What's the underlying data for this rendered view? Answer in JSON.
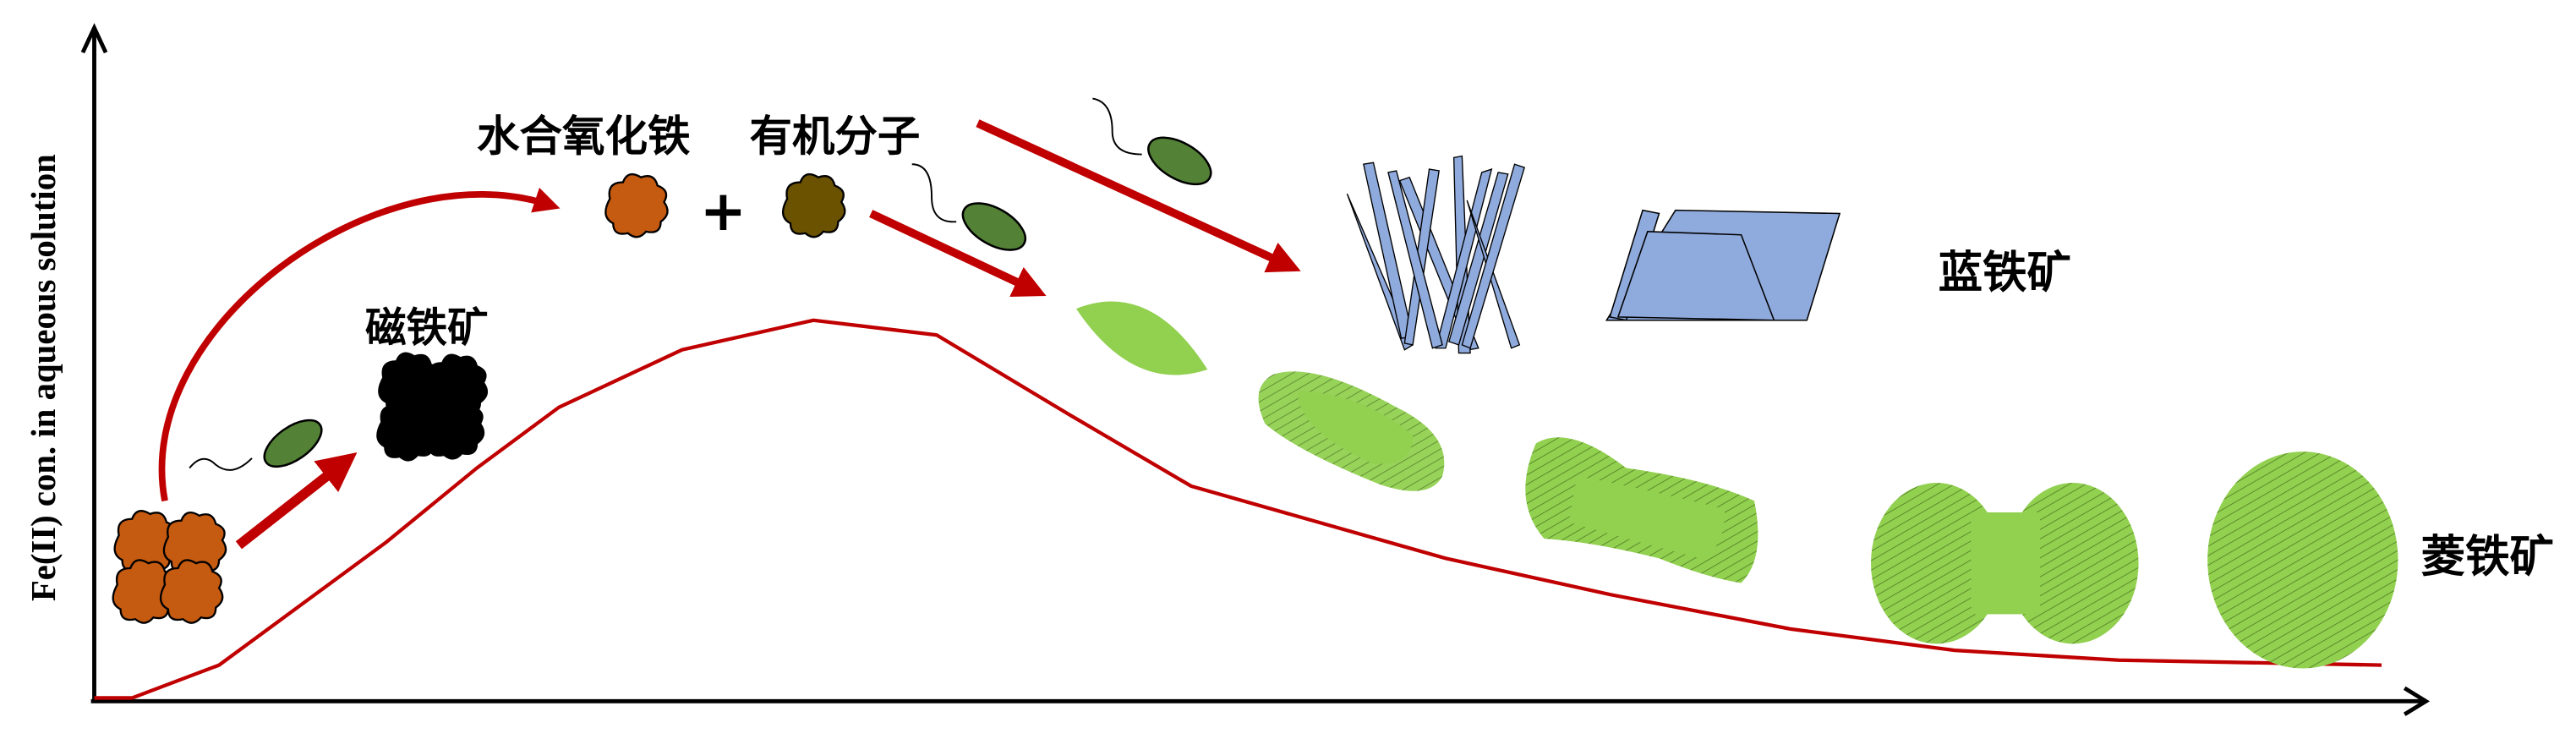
{
  "axes": {
    "y_label": "Fe(II) con. in aqueous solution"
  },
  "labels": {
    "magnetite": "磁铁矿",
    "ferrihydrite": "水合氧化铁",
    "organic_molecules": "有机分子",
    "plus": "+",
    "vivianite": "蓝铁矿",
    "siderite": "菱铁矿"
  },
  "colors": {
    "curve": "#c00000",
    "ferrihydrite": "#c55a11",
    "organic": "#6b5200",
    "magnetite": "#000000",
    "bacterium": "#538135",
    "vivianite": "#8faadc",
    "siderite": "#92d050"
  }
}
